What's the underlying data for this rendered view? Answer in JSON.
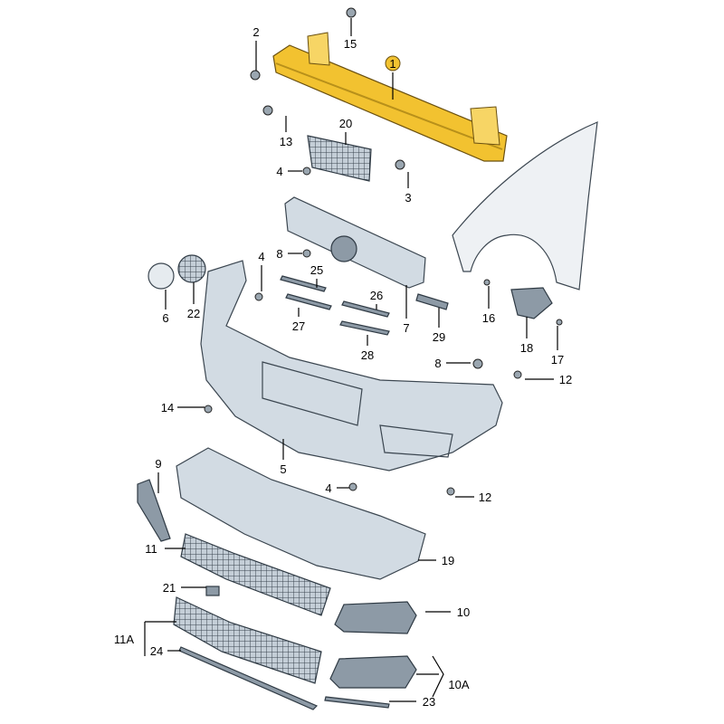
{
  "title": "Front bumper exploded parts diagram",
  "labels": [
    {
      "id": "1",
      "text": "1",
      "highlighted": true
    },
    {
      "id": "2",
      "text": "2"
    },
    {
      "id": "15",
      "text": "15"
    },
    {
      "id": "13",
      "text": "13"
    },
    {
      "id": "20",
      "text": "20"
    },
    {
      "id": "4a",
      "text": "4"
    },
    {
      "id": "3",
      "text": "3"
    },
    {
      "id": "8a",
      "text": "8"
    },
    {
      "id": "4b",
      "text": "4"
    },
    {
      "id": "25",
      "text": "25"
    },
    {
      "id": "26",
      "text": "26"
    },
    {
      "id": "6",
      "text": "6"
    },
    {
      "id": "22",
      "text": "22"
    },
    {
      "id": "27",
      "text": "27"
    },
    {
      "id": "7",
      "text": "7"
    },
    {
      "id": "29",
      "text": "29"
    },
    {
      "id": "16",
      "text": "16"
    },
    {
      "id": "28",
      "text": "28"
    },
    {
      "id": "18",
      "text": "18"
    },
    {
      "id": "17",
      "text": "17"
    },
    {
      "id": "8b",
      "text": "8"
    },
    {
      "id": "12a",
      "text": "12"
    },
    {
      "id": "14",
      "text": "14"
    },
    {
      "id": "5",
      "text": "5"
    },
    {
      "id": "9",
      "text": "9"
    },
    {
      "id": "4c",
      "text": "4"
    },
    {
      "id": "12b",
      "text": "12"
    },
    {
      "id": "11",
      "text": "11"
    },
    {
      "id": "19",
      "text": "19"
    },
    {
      "id": "21",
      "text": "21"
    },
    {
      "id": "10",
      "text": "10"
    },
    {
      "id": "11A",
      "text": "11A"
    },
    {
      "id": "24",
      "text": "24"
    },
    {
      "id": "10A",
      "text": "10A"
    },
    {
      "id": "23",
      "text": "23"
    }
  ],
  "colors": {
    "highlight": "#f2c230",
    "part": "#d2dbe3",
    "outline": "#3b4650"
  }
}
